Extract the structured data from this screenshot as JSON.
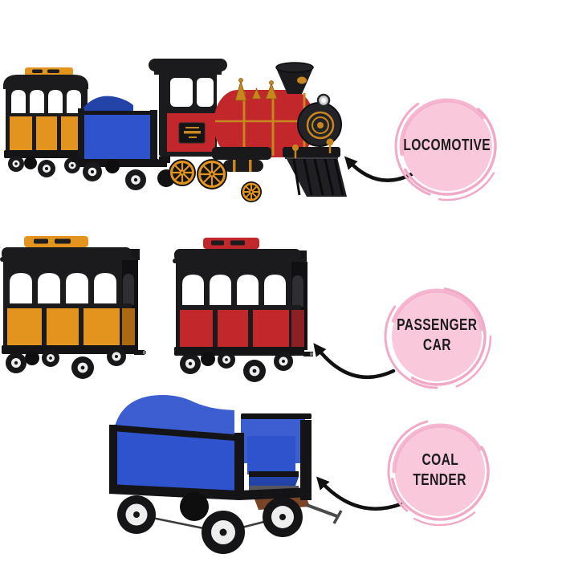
{
  "labels": {
    "locomotive": {
      "lines": [
        "LOCOMOTIVE"
      ]
    },
    "passenger_car": {
      "lines": [
        "PASSENGER",
        "CAR"
      ]
    },
    "coal_tender": {
      "lines": [
        "COAL",
        "TENDER"
      ]
    }
  },
  "icons": {
    "annotation_arrow": "curved-arrow-icon"
  },
  "colors": {
    "background": "#FFFFFF",
    "badge-fill": "#F9C9DB",
    "badge-brush": "#F2A9C8",
    "label-text": "#1C1C1C",
    "arrow-black": "#111111",
    "train-black": "#1B1B1D",
    "train-orange": "#E2941F",
    "train-orange-dark": "#A96A12",
    "train-blue": "#2E53CC",
    "train-blue-light": "#3D5ED1",
    "train-blue-dark": "#2443A8",
    "train-red": "#C1272B",
    "train-red-dark": "#8E1F22",
    "train-gold": "#C8861E",
    "wheel-hub": "#EDEDED",
    "floor-brown": "#7A4527"
  }
}
